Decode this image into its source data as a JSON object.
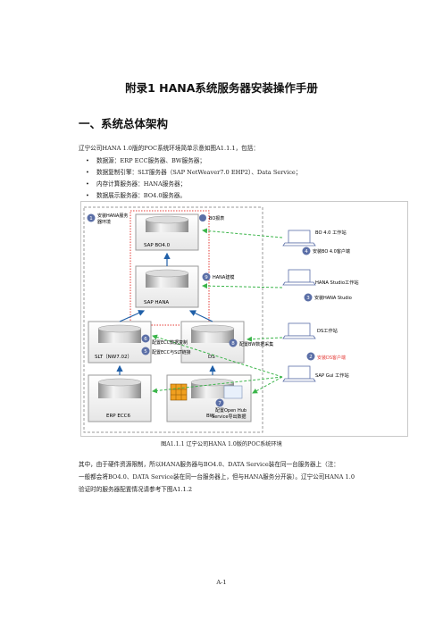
{
  "title": "附录1 HANA系统服务器安装操作手册",
  "section_heading": "一、系统总体架构",
  "intro": "辽宁公司HANA 1.0版的POC系统环境简单示意如图A1.1.1，包括：",
  "bullets": [
    "数据源：ERP ECC服务器、BW服务器；",
    "数据复制引擎：SLT服务器（SAP NetWeaver7.0 EHP2）、Data Service；",
    "内存计算服务器：HANA服务器；",
    "数据展示服务器：BO4.0服务器。"
  ],
  "diagram": {
    "servers": {
      "bo": "SAP BO4.0",
      "hana": "SAP HANA",
      "slt": "SLT（NW7.02）",
      "ds": "DS",
      "erp": "ERP ECC6",
      "bw": "BW"
    },
    "steps": {
      "s1": {
        "num": "1",
        "text1": "安装HANA服务",
        "text2": "器环境"
      },
      "s2": {
        "num": "2",
        "text": "安装DS客户端"
      },
      "s3": {
        "num": "3",
        "text": "安装HANA Studio"
      },
      "s4": {
        "num": "4",
        "text": "安装BO 4.0客户端"
      },
      "s5": {
        "num": "5",
        "text": "配置ECC与SLT链接"
      },
      "s6": {
        "num": "6",
        "text": "配置ECC数据复制"
      },
      "s7": {
        "num": "7",
        "text1": "配置Open Hub",
        "text2": "Service导出数据"
      },
      "s8": {
        "num": "8",
        "text": "配置BW数据采集"
      },
      "s9": {
        "num": "9",
        "text": "HANA建模"
      },
      "bo_report": "BO报表"
    },
    "workstations": {
      "bo": "BO 4.0 工作站",
      "hana": "HANA Studio工作站",
      "ds": "DS工作站",
      "gui": "SAP Gui 工作站"
    },
    "colors": {
      "accent_red": "#e53935",
      "arrow_green": "#3bb54a",
      "arrow_blue": "#1f5fa8",
      "badge": "#5b6fa7"
    }
  },
  "caption": "图A1.1.1 辽宁公司HANA 1.0版的POC系统环境",
  "para_lines": [
    "其中，由于硬件资源限制，所以HANA服务器与BO4.0、DATA Service装在同一台服务器上（注：",
    "一般都会将BO4.0、DATA Service装在同一台服务器上，但与HANA服务分开装）。辽宁公司HANA 1.0",
    "验证时的服务器配置情况请参考下图A1.1.2"
  ],
  "page_number": "A-1"
}
